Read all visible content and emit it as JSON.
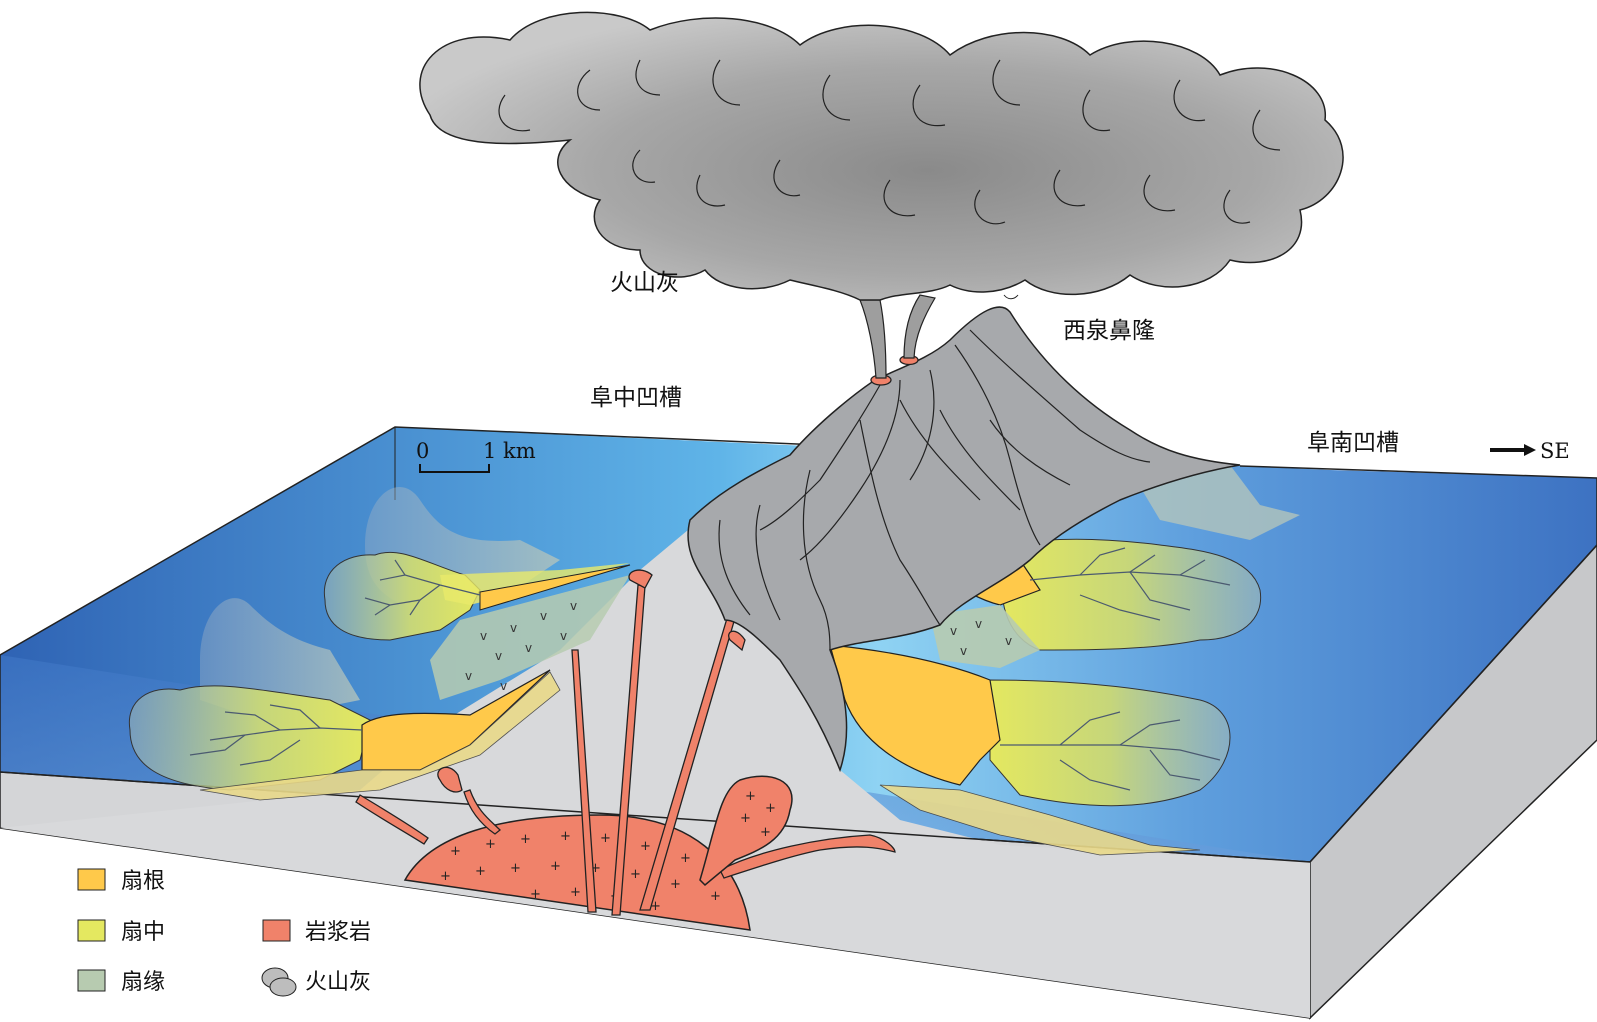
{
  "labels": {
    "ash": "火山灰",
    "uplift": "西泉鼻隆",
    "sag_north": "阜中凹槽",
    "sag_south": "阜南凹槽",
    "direction": "SE"
  },
  "scale_bar": {
    "start": "0",
    "end": "1 km"
  },
  "legend": [
    {
      "label": "扇根",
      "color": "#ffc94a"
    },
    {
      "label": "扇中",
      "color": "#e4e860"
    },
    {
      "label": "扇缘",
      "color": "#b7cbb0"
    },
    {
      "label": "岩浆岩",
      "color": "#f0826a"
    },
    {
      "label": "火山灰",
      "color": "#bdbdbd"
    }
  ]
}
